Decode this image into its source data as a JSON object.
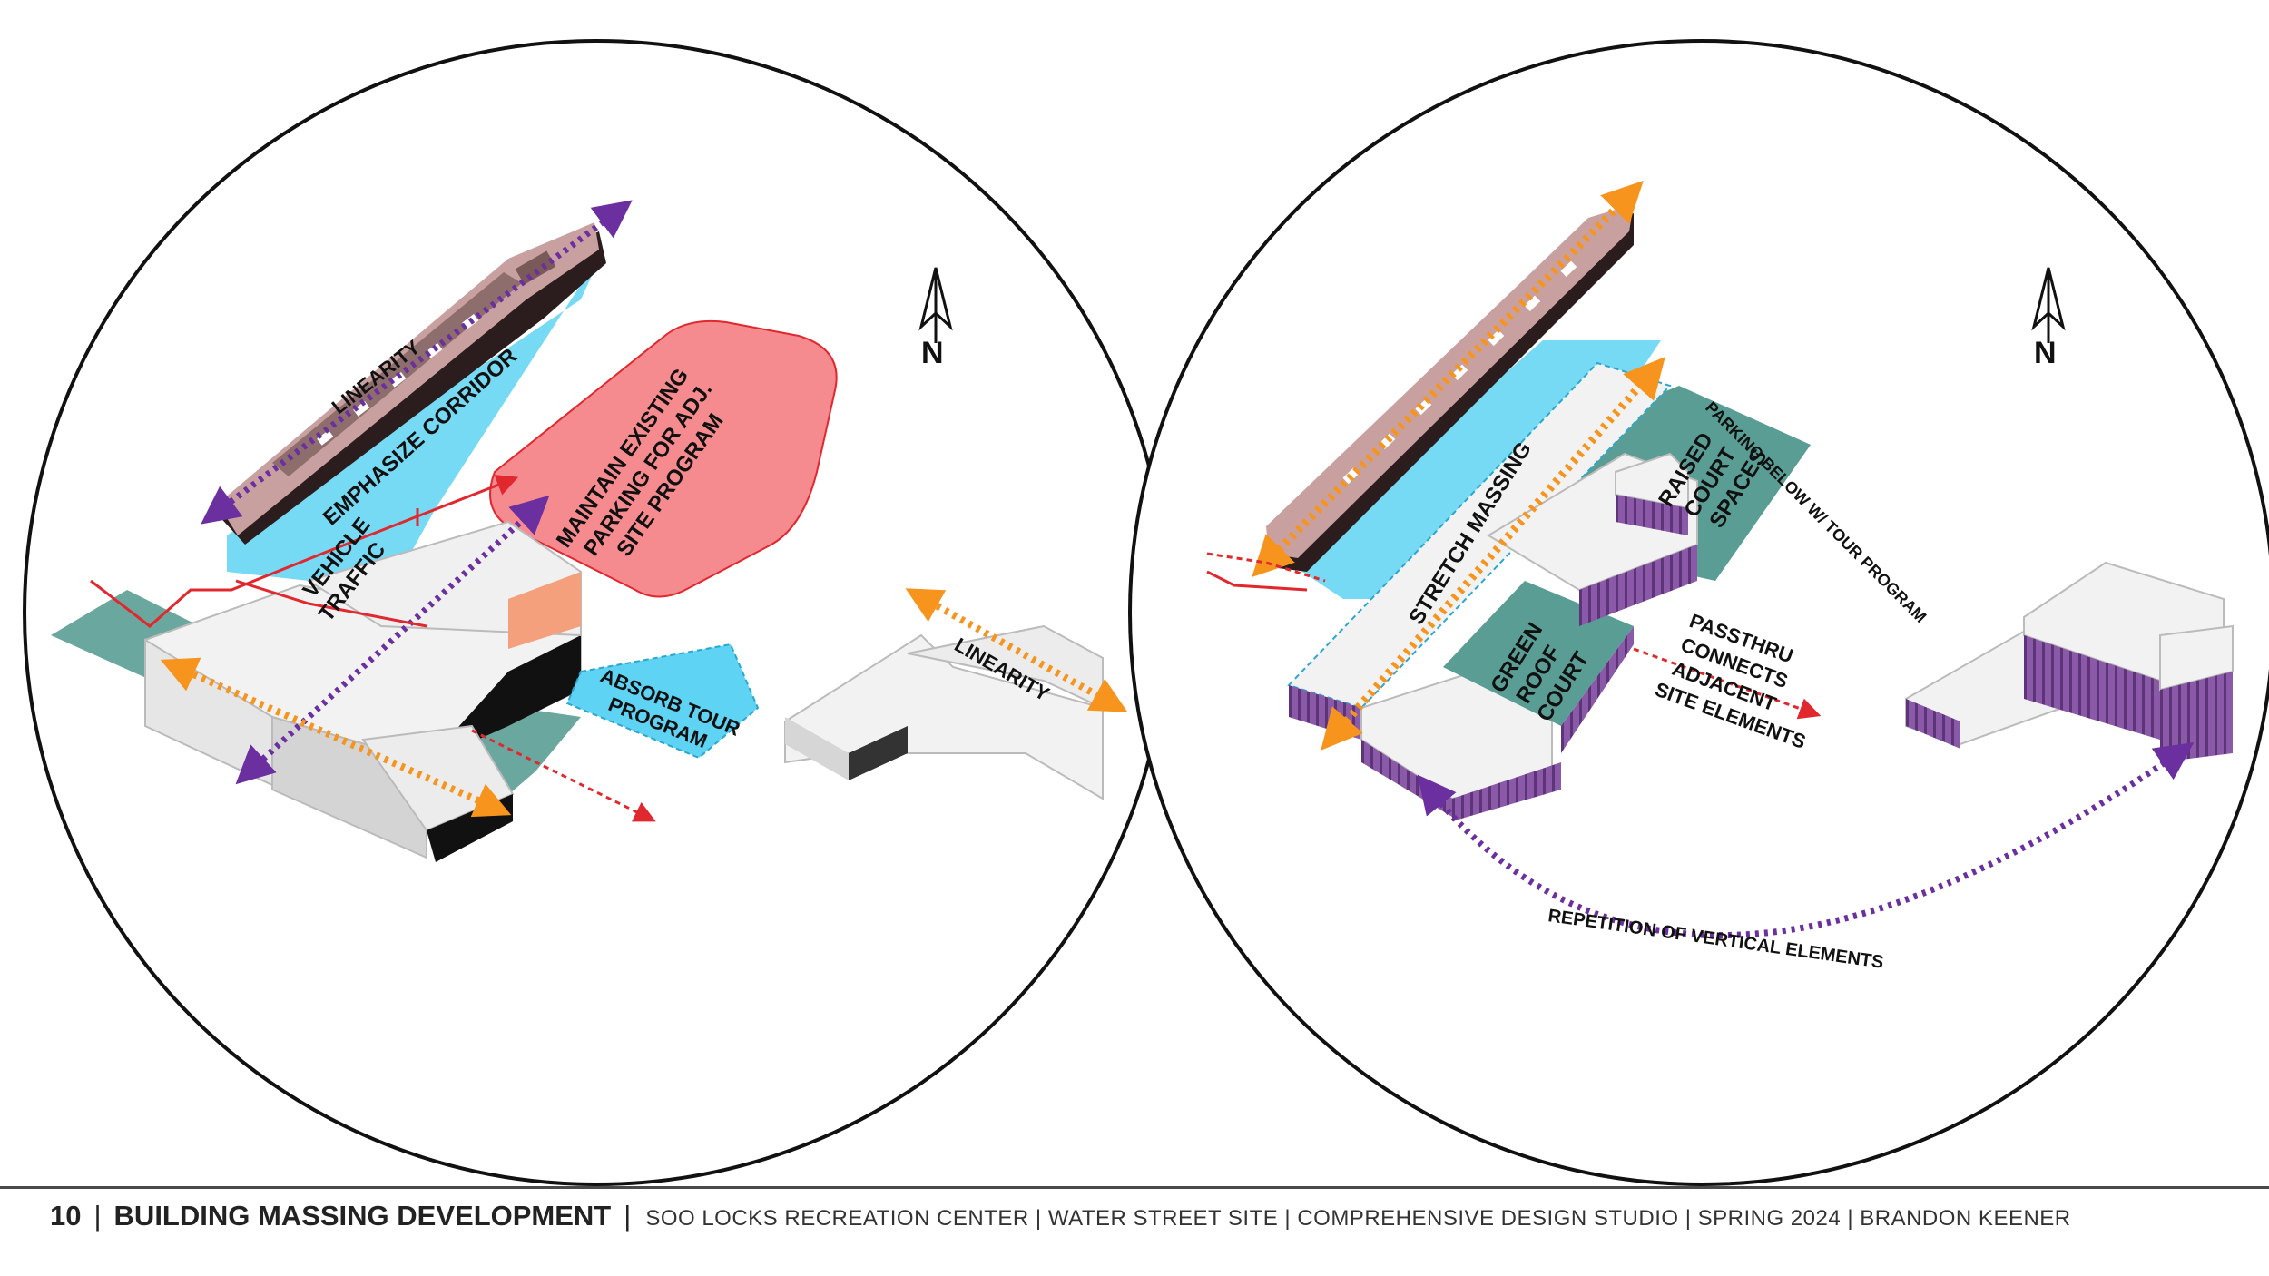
{
  "left_diagram": {
    "labels": {
      "linearity_ship": "LINEARITY",
      "emphasize_corridor": "EMPHASIZE CORRIDOR",
      "maintain_parking_1": "MAINTAIN EXISTING",
      "maintain_parking_2": "PARKING FOR ADJ.",
      "maintain_parking_3": "SITE PROGRAM",
      "vehicle": "VEHICLE",
      "traffic": "TRAFFIC",
      "absorb_tour_1": "ABSORB TOUR",
      "absorb_tour_2": "PROGRAM",
      "linearity_building": "LINEARITY"
    }
  },
  "right_diagram": {
    "labels": {
      "stretch_massing": "STRETCH MASSING",
      "raised_court_1": "RAISED",
      "raised_court_2": "COURT",
      "raised_court_3": "SPACES",
      "parking_below": "PARKING BELOW W/ TOUR PROGRAM",
      "green_roof_1": "GREEN",
      "green_roof_2": "ROOF",
      "green_roof_3": "COURT",
      "passthru_1": "PASSTHRU",
      "passthru_2": "CONNECTS",
      "passthru_3": "ADJACENT",
      "passthru_4": "SITE ELEMENTS",
      "repetition": "REPETITION OF VERTICAL ELEMENTS"
    }
  },
  "north_arrow": {
    "letter": "N"
  },
  "footer": {
    "page_number": "10",
    "separator": "|",
    "sheet_title": "BUILDING MASSING DEVELOPMENT",
    "subtitle": "SOO LOCKS RECREATION CENTER | WATER STREET SITE | COMPREHENSIVE DESIGN STUDIO | SPRING 2024 | BRANDON KEENER"
  },
  "colors": {
    "orange_arrow": "#f7941d",
    "purple_arrow": "#6b2fa0",
    "red_arrow": "#e0282e",
    "cyan_zone": "#5fd3f3",
    "salmon_zone": "#f58b8f",
    "teal_ground": "#5a9d94",
    "ship_hull": "#c9a0a0"
  }
}
